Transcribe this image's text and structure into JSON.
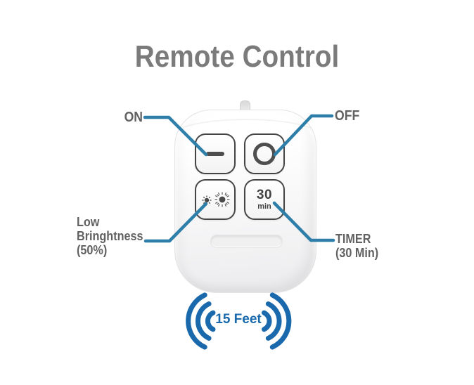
{
  "title": "Remote Control",
  "callouts": {
    "on": "ON",
    "off": "OFF",
    "brightness_line1": "Low",
    "brightness_line2": "Bringhtness",
    "brightness_line3": "(50%)",
    "timer_line1": "TIMER",
    "timer_line2": "(30 Min)"
  },
  "remote": {
    "timer_value": "30",
    "timer_unit": "min",
    "button_icons": [
      "dash-icon",
      "circle-icon",
      "dual-sunburst-icon",
      "timer-30-min-button"
    ]
  },
  "range": {
    "text": "15 Feet"
  },
  "colors": {
    "title_gray": "#7b7b7b",
    "label_gray": "#616161",
    "callout_blue": "#2d7ea8",
    "signal_blue": "#1a69ac",
    "button_outline": "#454545"
  }
}
